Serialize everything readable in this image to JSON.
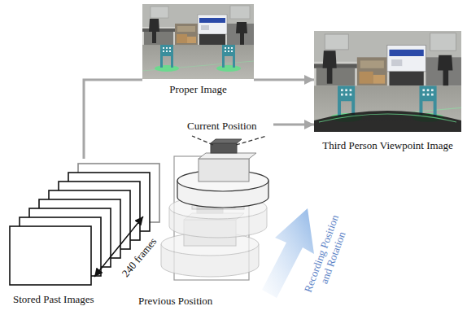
{
  "diagram": {
    "nodes": [
      {
        "text": [
          "Proper Image"
        ]
      },
      {
        "text": [
          "Third Person Viewpoint Image"
        ]
      },
      {
        "text": [
          "Stored Past Images"
        ]
      },
      {
        "text": [
          "Current Position",
          "Previous Position"
        ]
      }
    ],
    "edges": [
      {
        "from": 2,
        "to": 0,
        "arrow": "none"
      },
      {
        "from": 0,
        "to": 1,
        "arrow": "to"
      },
      {
        "from": 3,
        "to": 1,
        "arrow": "to"
      }
    ],
    "labels": [
      "240 frames",
      "Recording Position and Rotation"
    ]
  }
}
